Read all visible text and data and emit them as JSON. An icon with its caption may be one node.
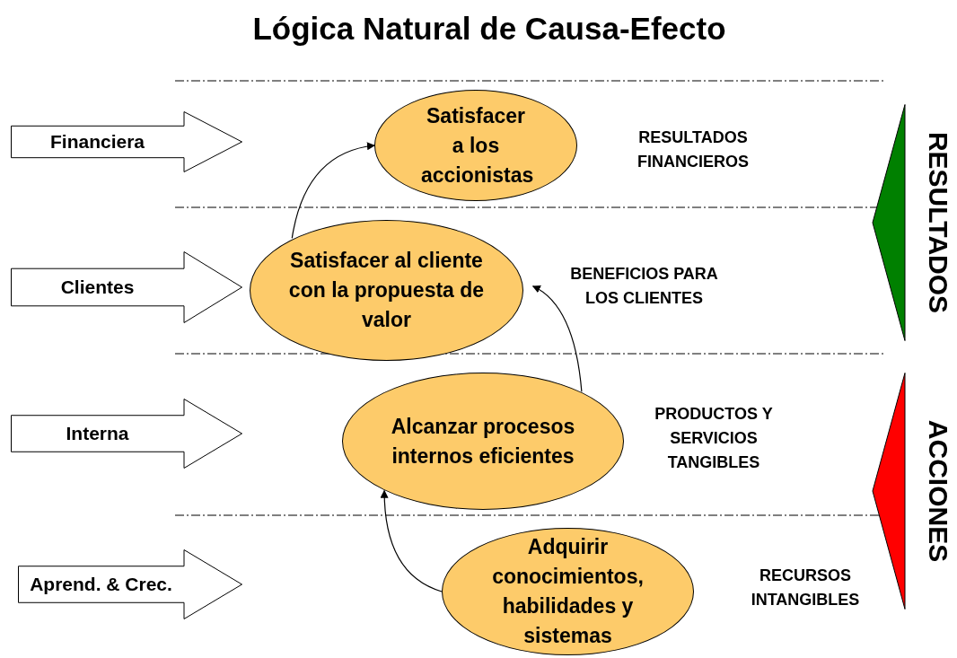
{
  "diagram": {
    "title": "Lógica Natural de Causa-Efecto",
    "nodes": [
      {
        "text": [
          "Financiera"
        ]
      },
      {
        "text": [
          "Satisfacer a los accionistas"
        ]
      },
      {
        "text": [
          "Clientes"
        ]
      },
      {
        "text": [
          "Satisfacer al cliente con la propuesta de valor"
        ]
      },
      {
        "text": [
          "Interna"
        ]
      },
      {
        "text": [
          "Alcanzar procesos internos eficientes"
        ]
      },
      {
        "text": [
          "Aprend. & Crec."
        ]
      },
      {
        "text": [
          "Adquirir conocimientos, habilidades y sistemas"
        ]
      },
      {
        "text": [],
        "shape": "triangle",
        "beside": [
          "RESULTADOS"
        ]
      },
      {
        "text": [],
        "shape": "triangle",
        "beside": [
          "ACCIONES"
        ]
      }
    ],
    "edges": [
      {
        "from": 3,
        "to": 1,
        "arrow": "to"
      },
      {
        "from": 5,
        "to": 3,
        "arrow": "to"
      },
      {
        "from": 7,
        "to": 5,
        "arrow": "to"
      }
    ],
    "labels": [
      "RESULTADOS FINANCIEROS",
      "BENEFICIOS PARA LOS CLIENTES",
      "PRODUCTOS Y SERVICIOS TANGIBLES",
      "RECURSOS INTANGIBLES"
    ]
  }
}
